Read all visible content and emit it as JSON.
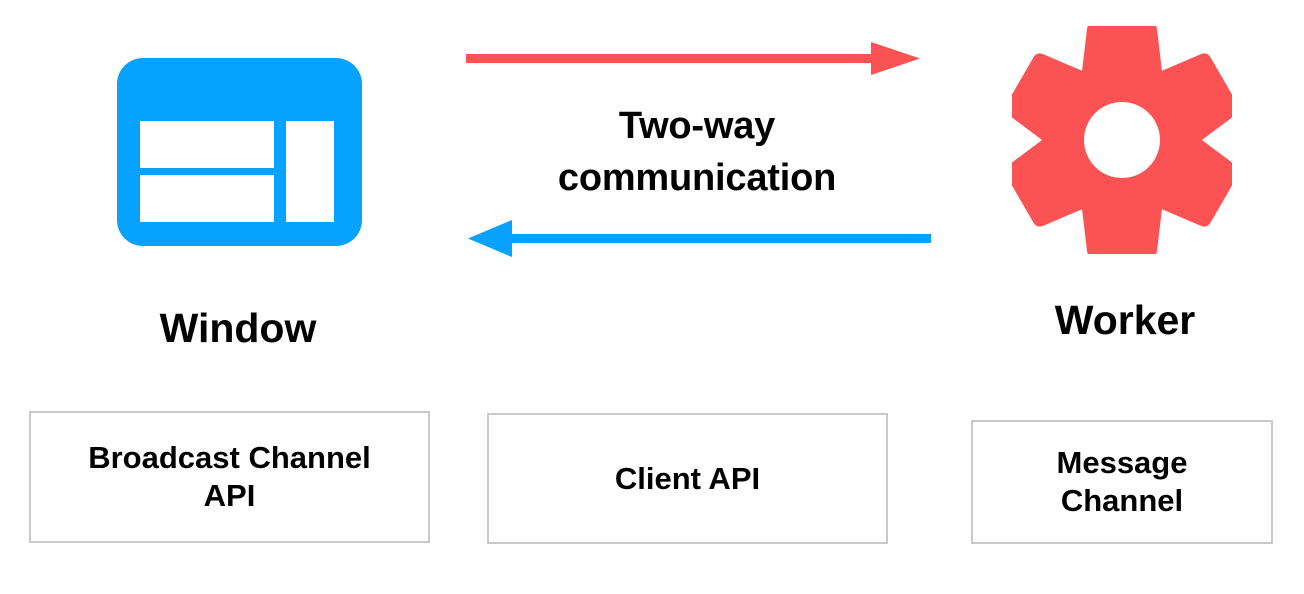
{
  "diagram": {
    "title_text": "Two-way communication",
    "caption_lines": [
      "Two-way",
      "communication"
    ],
    "colors": {
      "window_blue": "#06A2FD",
      "worker_red": "#FB5254",
      "box_border": "#C9C9C9",
      "text": "#000000",
      "background": "#FFFFFF"
    },
    "nodes": [
      {
        "id": "window",
        "label": "Window",
        "icon": "browser-window-icon",
        "color": "#06A2FD"
      },
      {
        "id": "worker",
        "label": "Worker",
        "icon": "gear-icon",
        "color": "#FB5254"
      }
    ],
    "arrows": [
      {
        "id": "window-to-worker",
        "direction": "right",
        "color": "#FB5254",
        "from": "window",
        "to": "worker"
      },
      {
        "id": "worker-to-window",
        "direction": "left",
        "color": "#06A2FD",
        "from": "worker",
        "to": "window"
      }
    ],
    "api_boxes": [
      {
        "id": "broadcast-channel-api",
        "label": "Broadcast Channel\nAPI"
      },
      {
        "id": "client-api",
        "label": "Client API"
      },
      {
        "id": "message-channel",
        "label": "Message\nChannel"
      }
    ]
  }
}
